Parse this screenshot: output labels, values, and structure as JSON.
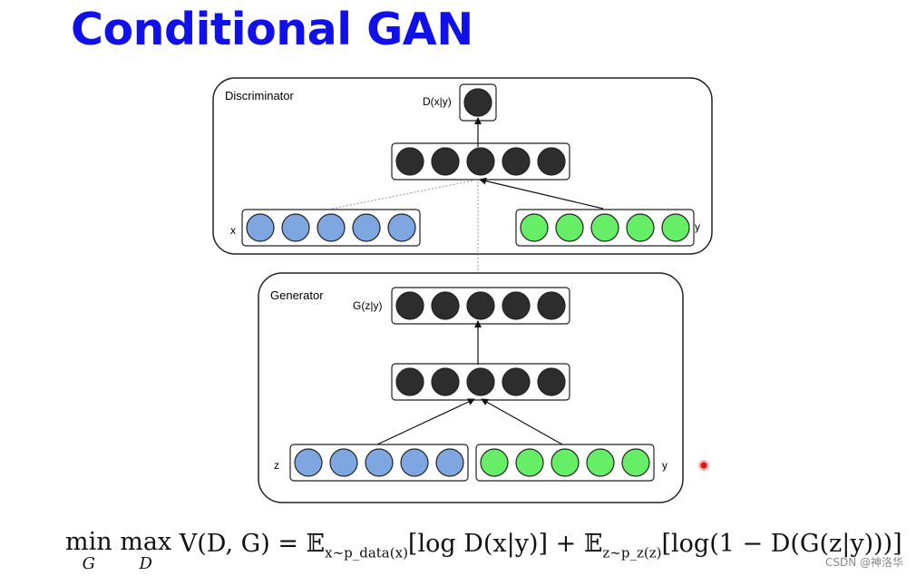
{
  "title": "Conditional GAN",
  "discriminator": {
    "label": "Discriminator",
    "output_label": "D(x|y)",
    "x_label": "x",
    "y_label": "y"
  },
  "generator": {
    "label": "Generator",
    "output_label": "G(z|y)",
    "z_label": "z",
    "y_label": "y"
  },
  "formula": {
    "min": "min",
    "min_under": "G",
    "max": "max",
    "max_under": "D",
    "text_a": " V(D, G) = 𝔼",
    "sub_a": "x∼p_data(x)",
    "text_b": "[log D(x|y)] + 𝔼",
    "sub_b": "z∼p_z(z)",
    "text_c": "[log(1 − D(G(z|y)))]"
  },
  "watermark": "CSDN @神洛华",
  "colors": {
    "title": "#1010e8",
    "dark_unit": "#2d2d2d",
    "blue_unit": "#7ea6e0",
    "green_unit": "#66ee66",
    "pointer": "#e01010"
  }
}
